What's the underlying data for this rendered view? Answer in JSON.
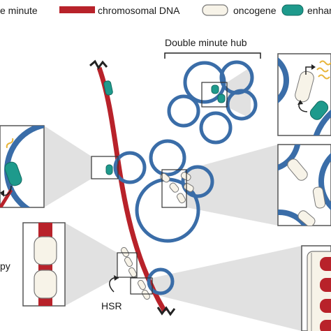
{
  "legend": {
    "items": [
      {
        "label": "e minute",
        "swatch": "ring"
      },
      {
        "label": "chromosomal DNA",
        "swatch": "bar"
      },
      {
        "label": "oncogene",
        "swatch": "oncogene"
      },
      {
        "label": "enhancer",
        "swatch": "enhancer"
      }
    ]
  },
  "labels": {
    "hub_title": "Double minute hub",
    "hsr": "HSR",
    "left_partial": "py"
  },
  "colors": {
    "dna_blue": "#3a6da8",
    "chromosome_red": "#b8222a",
    "oncogene_fill": "#f7f3e8",
    "enhancer_teal": "#1e9a8c",
    "transcript_yellow": "#e8b53a",
    "zoom_gray": "#dcdcdc",
    "box_stroke": "#555555"
  },
  "icons": {
    "transcription_arrow": "arrow-icon",
    "loop_arrow": "curved-arrow-icon",
    "chromosome_end": "telomere-zigzag-icon"
  }
}
